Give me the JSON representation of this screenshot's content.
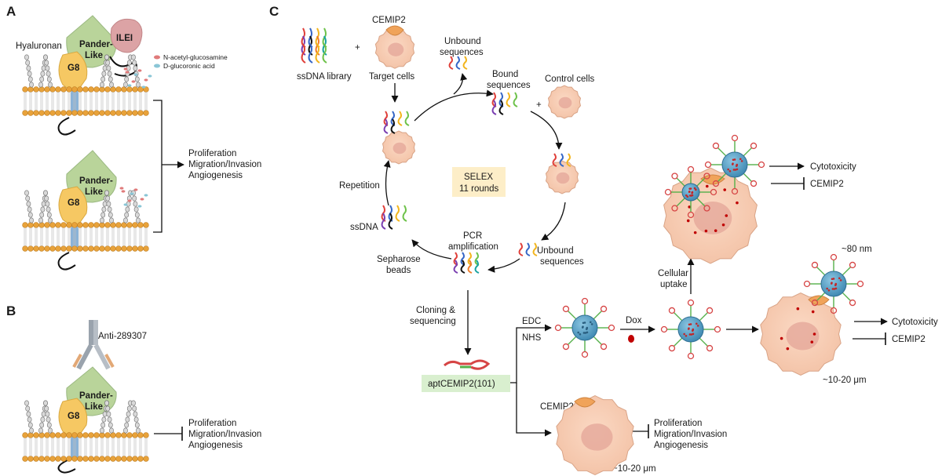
{
  "panels": {
    "a": "A",
    "b": "B",
    "c": "C"
  },
  "panel_a": {
    "hyaluronan": "Hyaluronan",
    "pander": [
      "Pander-",
      "Like"
    ],
    "g8": "G8",
    "ilei": "ILEI",
    "legend_1": "N-acetyl-glucosamine",
    "legend_2": "D-glucoronic acid",
    "outcomes": [
      "Proliferation",
      "Migration/Invasion",
      "Angiogenesis"
    ]
  },
  "panel_b": {
    "antibody": "Anti-289307",
    "pander": [
      "Pander-",
      "Like"
    ],
    "g8": "G8",
    "outcomes": [
      "Proliferation",
      "Migration/Invasion",
      "Angiogenesis"
    ]
  },
  "panel_c": {
    "cemip2_top": "CEMIP2",
    "plus_1": "+",
    "plus_2": "+",
    "ssdna_library": "ssDNA library",
    "target_cells": "Target cells",
    "unbound_top": [
      "Unbound",
      "sequences"
    ],
    "bound": [
      "Bound",
      "sequences"
    ],
    "control_cells": "Control cells",
    "selex": [
      "SELEX",
      "11 rounds"
    ],
    "repetition": "Repetition",
    "ssdna": "ssDNA",
    "unbound_right": [
      "Unbound",
      "sequences"
    ],
    "pcr": [
      "PCR",
      "amplification"
    ],
    "sepharose": [
      "Sepharose",
      "beads"
    ],
    "cloning": [
      "Cloning &",
      "sequencing"
    ],
    "aptamer": "aptCEMIP2(101)",
    "edc": "EDC",
    "nhs": "NHS",
    "dox": "Dox",
    "cellular_uptake": [
      "Cellular",
      "uptake"
    ],
    "size_nm": "~80 nm",
    "size_um_1": "~10-20 μm",
    "size_um_2": "~10-20 μm",
    "cytotoxicity_1": "Cytotoxicity",
    "cemip2_inhib_1": "CEMIP2",
    "cytotoxicity_2": "Cytotoxicity",
    "cemip2_inhib_2": "CEMIP2",
    "cemip2_bottom": "CEMIP2",
    "outcomes": [
      "Proliferation",
      "Migration/Invasion",
      "Angiogenesis"
    ]
  },
  "colors": {
    "cell": "#f6cbb0",
    "cell_edge": "#d9a487",
    "nucleus": "#e5a89a",
    "pander": "#b9d49a",
    "g8": "#f6c863",
    "ilei": "#dca3a5",
    "membrane": "#e8a23a",
    "nanoparticle": "#5aa4c9",
    "cemip2": "#f0a35a",
    "selex_box": "#fdeec8",
    "apt_box": "#d9efcf"
  }
}
